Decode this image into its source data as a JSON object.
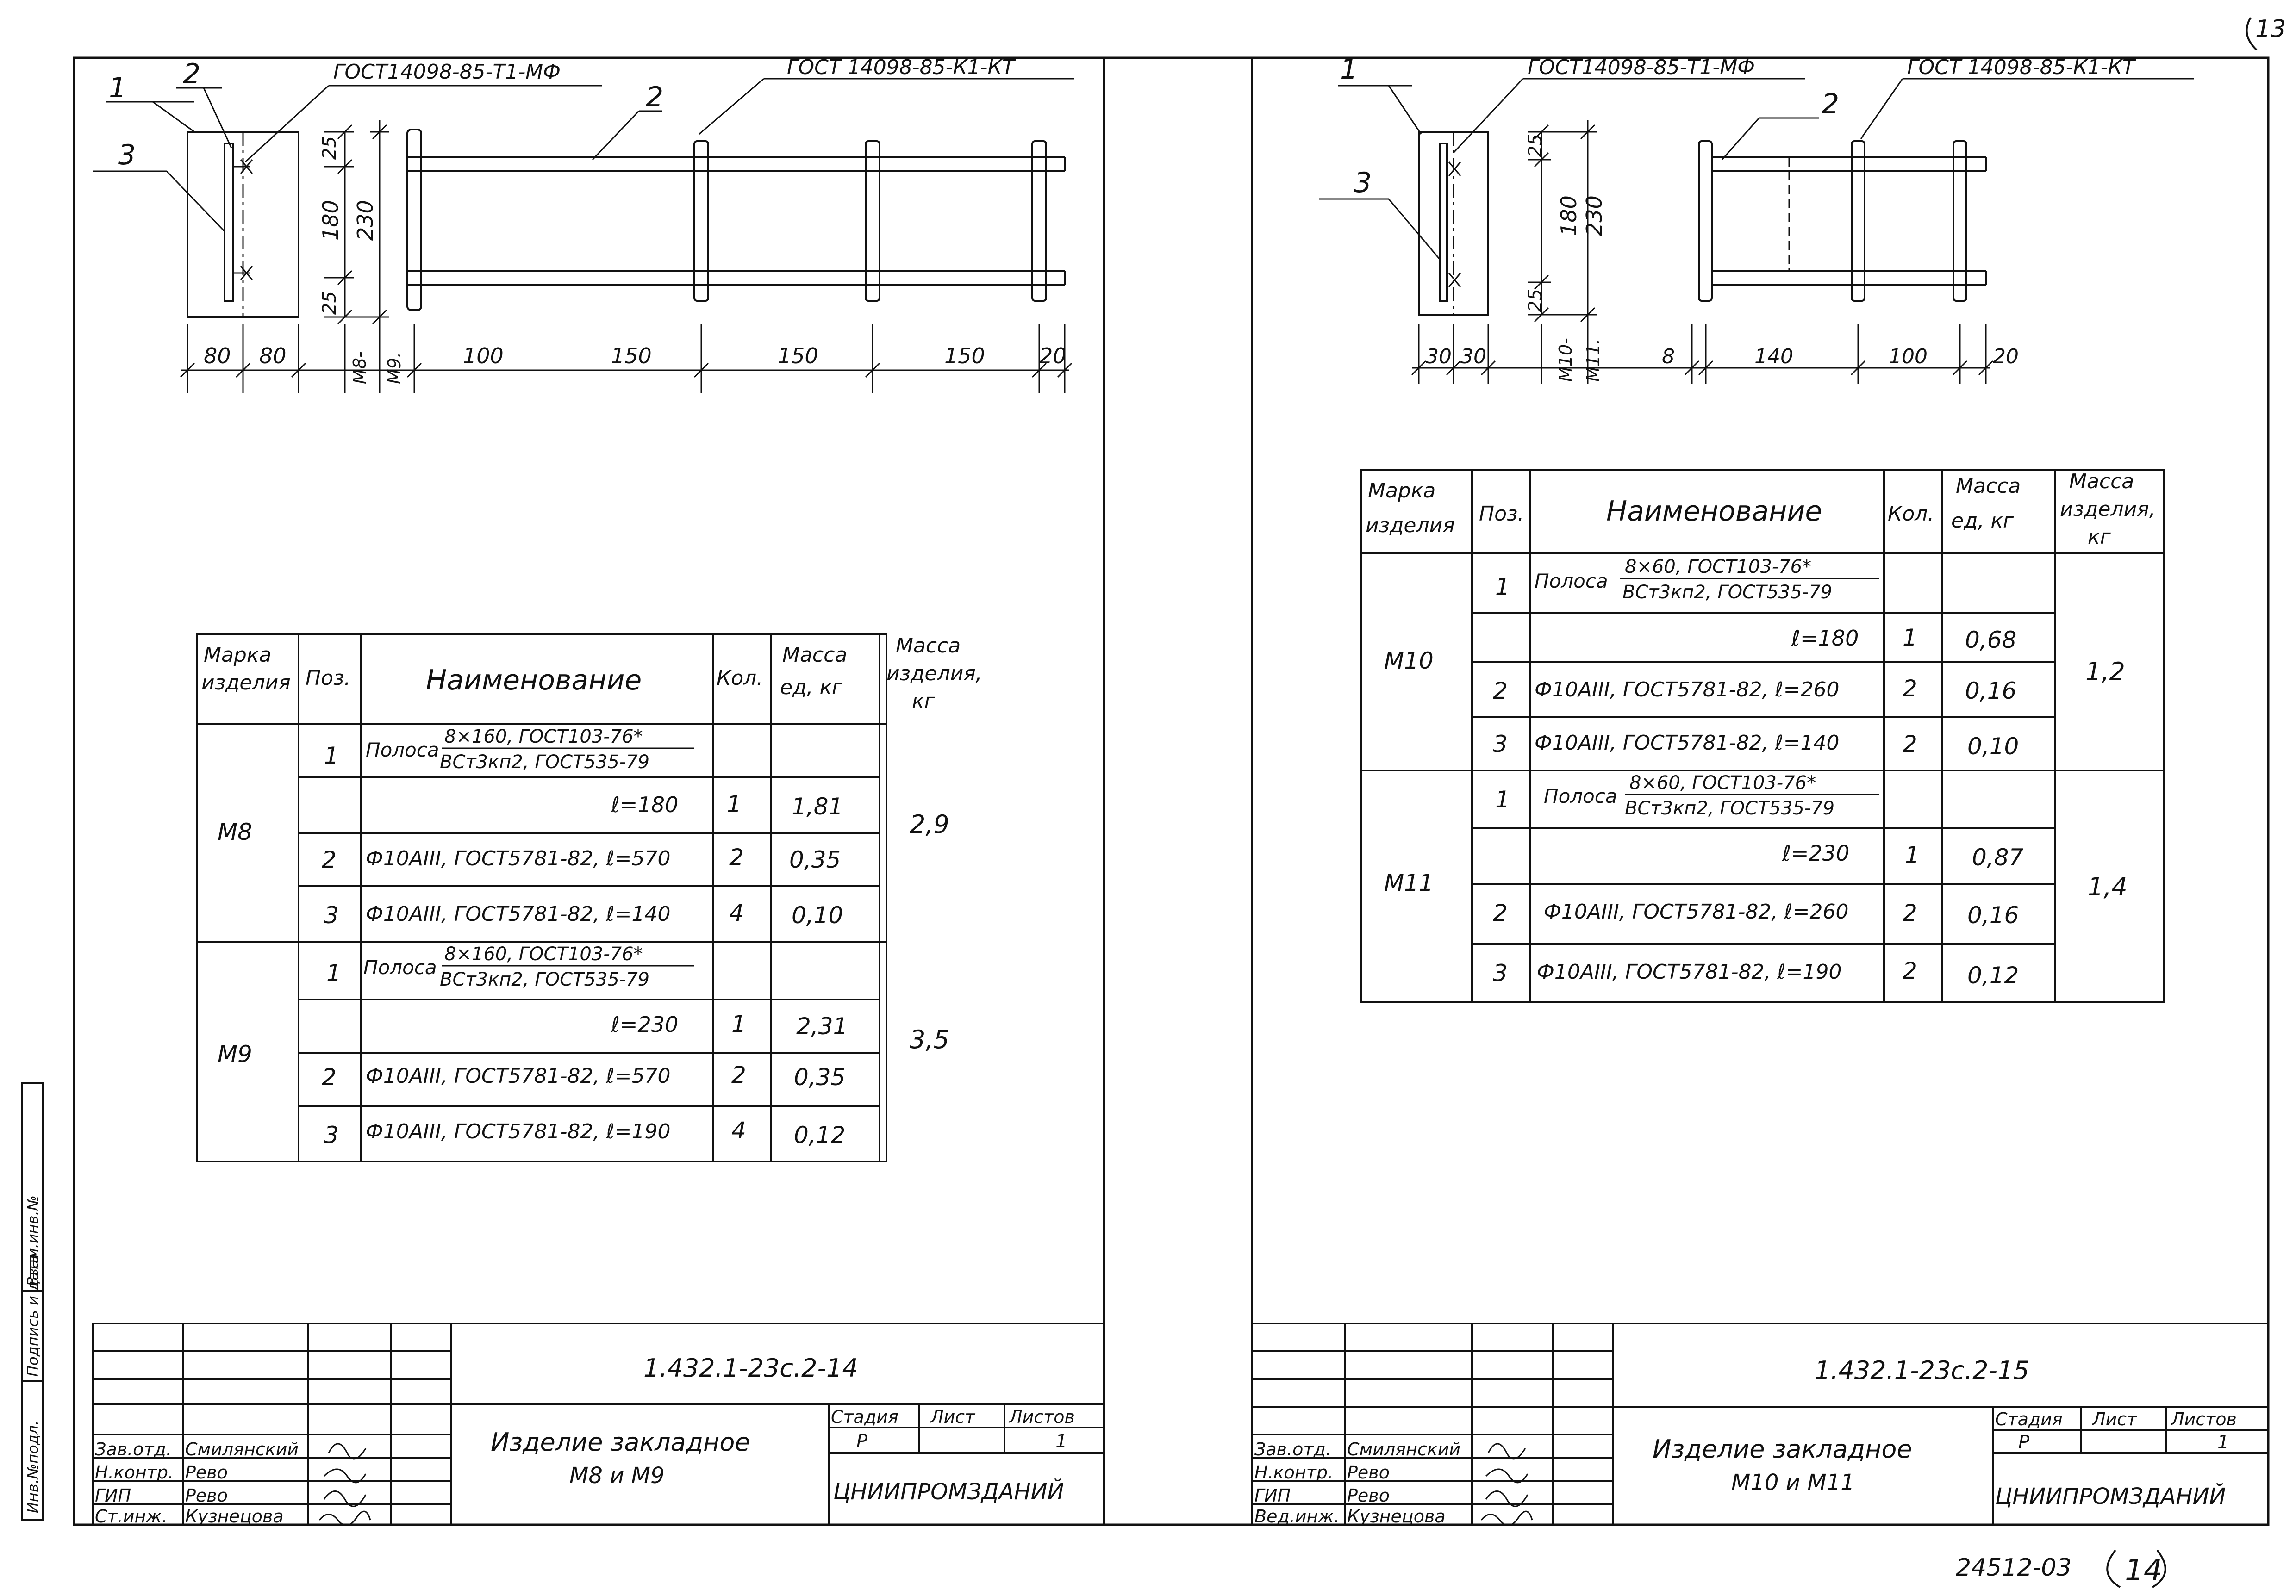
{
  "page": {
    "sheet_corner_number": "13",
    "archive_number": "24512-03",
    "sheet_number_bottom": "14",
    "side_stamp": [
      "Инв.№подл.",
      "Подпись и дата",
      "Взам.инв.№"
    ]
  },
  "left_sheet": {
    "drawing": {
      "labels": {
        "pos1": "1",
        "pos2a": "2",
        "pos2b": "2",
        "pos3": "3",
        "gost_plate": "ГОСТ14098-85-Т1-МФ",
        "gost_rods": "ГОСТ 14098-85-К1-КТ"
      },
      "dims": {
        "v25_top": "25",
        "v180": "180",
        "v230": "230",
        "v25_bot": "25",
        "marks_a": "М8-",
        "marks_b": "М9.",
        "h80a": "80",
        "h80b": "80",
        "h100": "100",
        "h150a": "150",
        "h150b": "150",
        "h150c": "150",
        "h20": "20"
      }
    },
    "table": {
      "headers": {
        "mark": [
          "Марка",
          "изделия"
        ],
        "pos": "Поз.",
        "name": "Наименование",
        "qty": "Кол.",
        "unit_mass": [
          "Масса",
          "ед, кг"
        ],
        "item_mass": [
          "Масса",
          "изделия,",
          "кг"
        ]
      },
      "groups": [
        {
          "mark": "М8",
          "mass": "2,9",
          "rows": [
            {
              "pos": "1",
              "name_prefix": "Полоса",
              "name_top": "8×160, ГОСТ103-76*",
              "name_bottom": "ВСт3кп2, ГОСТ535-79",
              "qty": "",
              "unit_mass": ""
            },
            {
              "pos": "",
              "name": "ℓ=180",
              "qty": "1",
              "unit_mass": "1,81"
            },
            {
              "pos": "2",
              "name": "Ф10АIII, ГОСТ5781-82, ℓ=570",
              "qty": "2",
              "unit_mass": "0,35"
            },
            {
              "pos": "3",
              "name": "Ф10АIII, ГОСТ5781-82, ℓ=140",
              "qty": "4",
              "unit_mass": "0,10"
            }
          ]
        },
        {
          "mark": "М9",
          "mass": "3,5",
          "rows": [
            {
              "pos": "1",
              "name_prefix": "Полоса",
              "name_top": "8×160, ГОСТ103-76*",
              "name_bottom": "ВСт3кп2, ГОСТ535-79",
              "qty": "",
              "unit_mass": ""
            },
            {
              "pos": "",
              "name": "ℓ=230",
              "qty": "1",
              "unit_mass": "2,31"
            },
            {
              "pos": "2",
              "name": "Ф10АIII, ГОСТ5781-82, ℓ=570",
              "qty": "2",
              "unit_mass": "0,35"
            },
            {
              "pos": "3",
              "name": "Ф10АIII, ГОСТ5781-82, ℓ=190",
              "qty": "4",
              "unit_mass": "0,12"
            }
          ]
        }
      ]
    },
    "title_block": {
      "doc_code": "1.432.1-23с.2-14",
      "title_line1": "Изделие закладное",
      "title_line2": "М8 и М9",
      "stage_label": "Стадия",
      "sheet_label": "Лист",
      "sheets_label": "Листов",
      "stage_value": "Р",
      "sheet_value": "",
      "sheets_value": "1",
      "org": "ЦНИИПРОМЗДАНИЙ",
      "roles": [
        {
          "role": "Зав.отд.",
          "name": "Смилянский"
        },
        {
          "role": "Н.контр.",
          "name": "Рево"
        },
        {
          "role": "ГИП",
          "name": "Рево"
        },
        {
          "role": "Ст.инж.",
          "name": "Кузнецова"
        }
      ]
    }
  },
  "right_sheet": {
    "drawing": {
      "labels": {
        "pos1": "1",
        "pos2": "2",
        "pos3": "3",
        "gost_plate": "ГОСТ14098-85-Т1-МФ",
        "gost_rods": "ГОСТ 14098-85-К1-КТ"
      },
      "dims": {
        "v25_top": "25",
        "v180": "180",
        "v230": "230",
        "v25_bot": "25",
        "marks_a": "М10-",
        "marks_b": "М11.",
        "h30a": "30",
        "h30b": "30",
        "h8": "8",
        "h140": "140",
        "h100": "100",
        "h20": "20"
      }
    },
    "table": {
      "headers": {
        "mark": [
          "Марка",
          "изделия"
        ],
        "pos": "Поз.",
        "name": "Наименование",
        "qty": "Кол.",
        "unit_mass": [
          "Масса",
          "ед, кг"
        ],
        "item_mass": [
          "Масса",
          "изделия,",
          "кг"
        ]
      },
      "groups": [
        {
          "mark": "М10",
          "mass": "1,2",
          "rows": [
            {
              "pos": "1",
              "name_prefix": "Полоса",
              "name_top": "8×60, ГОСТ103-76*",
              "name_bottom": "ВСт3кп2, ГОСТ535-79",
              "qty": "",
              "unit_mass": ""
            },
            {
              "pos": "",
              "name": "ℓ=180",
              "qty": "1",
              "unit_mass": "0,68"
            },
            {
              "pos": "2",
              "name": "Ф10АIII, ГОСТ5781-82, ℓ=260",
              "qty": "2",
              "unit_mass": "0,16"
            },
            {
              "pos": "3",
              "name": "Ф10АIII, ГОСТ5781-82, ℓ=140",
              "qty": "2",
              "unit_mass": "0,10"
            }
          ]
        },
        {
          "mark": "М11",
          "mass": "1,4",
          "rows": [
            {
              "pos": "1",
              "name_prefix": "Полоса",
              "name_top": "8×60, ГОСТ103-76*",
              "name_bottom": "ВСт3кп2, ГОСТ535-79",
              "qty": "",
              "unit_mass": ""
            },
            {
              "pos": "",
              "name": "ℓ=230",
              "qty": "1",
              "unit_mass": "0,87"
            },
            {
              "pos": "2",
              "name": "Ф10АIII, ГОСТ5781-82, ℓ=260",
              "qty": "2",
              "unit_mass": "0,16"
            },
            {
              "pos": "3",
              "name": "Ф10АIII, ГОСТ5781-82, ℓ=190",
              "qty": "2",
              "unit_mass": "0,12"
            }
          ]
        }
      ]
    },
    "title_block": {
      "doc_code": "1.432.1-23с.2-15",
      "title_line1": "Изделие закладное",
      "title_line2": "М10 и М11",
      "stage_label": "Стадия",
      "sheet_label": "Лист",
      "sheets_label": "Листов",
      "stage_value": "Р",
      "sheet_value": "",
      "sheets_value": "1",
      "org": "ЦНИИПРОМЗДАНИЙ",
      "roles": [
        {
          "role": "Зав.отд.",
          "name": "Смилянский"
        },
        {
          "role": "Н.контр.",
          "name": "Рево"
        },
        {
          "role": "ГИП",
          "name": "Рево"
        },
        {
          "role": "Вед.инж.",
          "name": "Кузнецова"
        }
      ]
    }
  }
}
